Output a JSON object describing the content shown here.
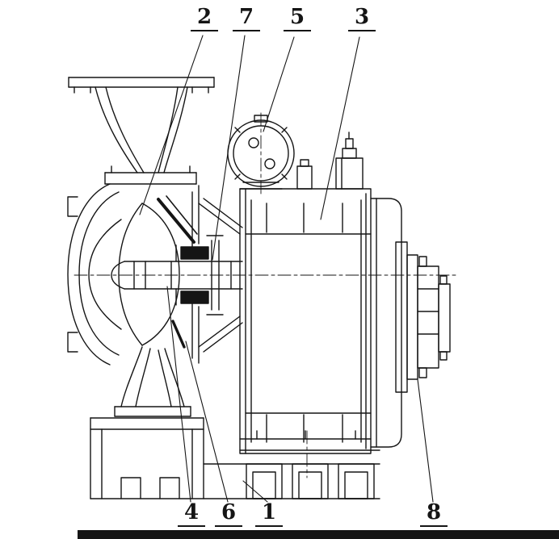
{
  "figure": {
    "background_color": "#ffffff",
    "line_color": "#151515",
    "kind": "sectional-line-drawing"
  },
  "callouts": [
    {
      "id": "2",
      "text": "2"
    },
    {
      "id": "7",
      "text": "7"
    },
    {
      "id": "5",
      "text": "5"
    },
    {
      "id": "3",
      "text": "3"
    },
    {
      "id": "4",
      "text": "4"
    },
    {
      "id": "6",
      "text": "6"
    },
    {
      "id": "1",
      "text": "1"
    },
    {
      "id": "8",
      "text": "8"
    }
  ]
}
